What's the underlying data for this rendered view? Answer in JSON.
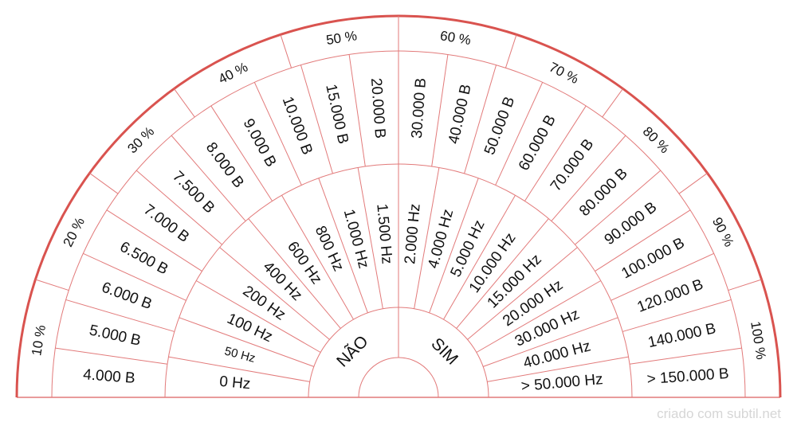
{
  "colors": {
    "line": "#e27a7a",
    "outer": "#d9534f",
    "text": "#111111",
    "watermark": "#d6d6d6"
  },
  "percent_ring": [
    "10 %",
    "20 %",
    "30 %",
    "40 %",
    "50 %",
    "60 %",
    "70 %",
    "80 %",
    "90 %",
    "100 %"
  ],
  "bytes_ring": [
    "4.000 B",
    "5.000 B",
    "6.000 B",
    "6.500 B",
    "7.000 B",
    "7.500 B",
    "8.000 B",
    "9.000 B",
    "10.000 B",
    "15.000 B",
    "20.000 B",
    "30.000 B",
    "40.000 B",
    "50.000 B",
    "60.000 B",
    "70.000 B",
    "80.000 B",
    "90.000 B",
    "100.000 B",
    "120.000 B",
    "140.000 B",
    "> 150.000 B"
  ],
  "hz_ring": [
    "0 Hz",
    "50 Hz",
    "100 Hz",
    "200 Hz",
    "400 Hz",
    "600 Hz",
    "800 Hz",
    "1.000 Hz",
    "1.500 Hz",
    "2.000 Hz",
    "4.000 Hz",
    "5.000 Hz",
    "10.000 Hz",
    "15.000 Hz",
    "20.000 Hz",
    "30.000 Hz",
    "40.000 Hz",
    "> 50.000 Hz"
  ],
  "answer_ring": [
    "NÃO",
    "SIM"
  ],
  "watermark": "criado com subtil.net"
}
